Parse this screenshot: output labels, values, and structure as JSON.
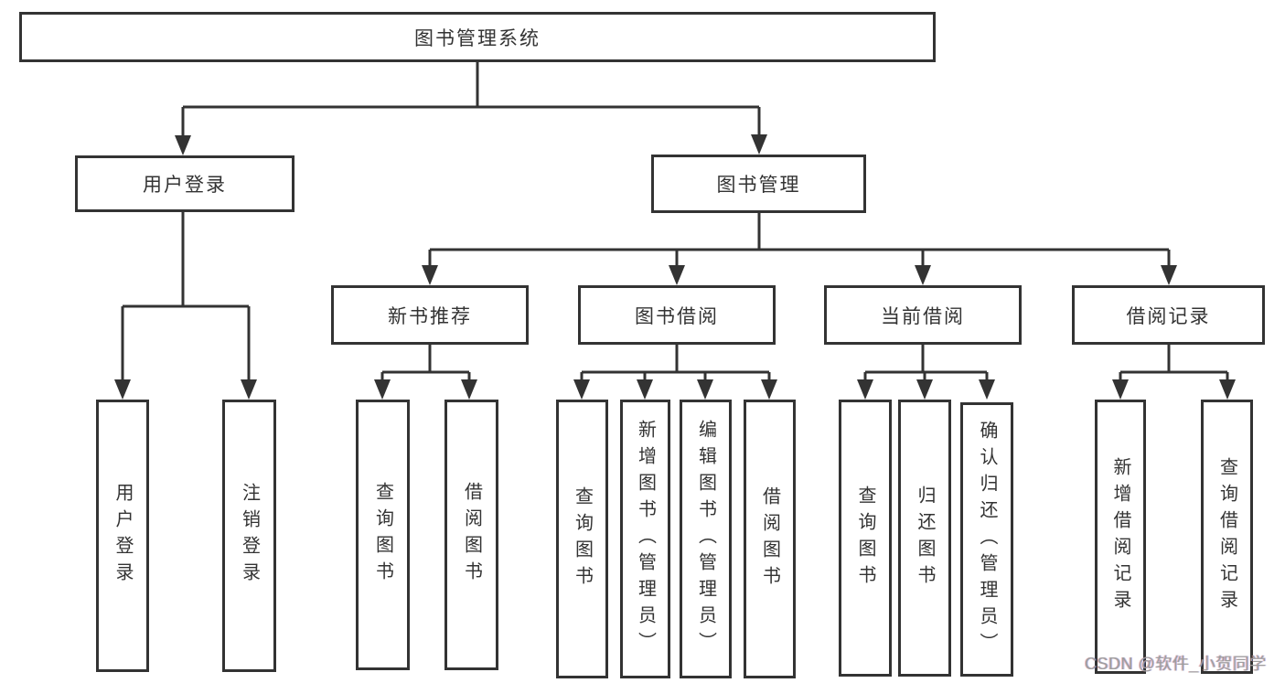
{
  "diagram": {
    "root": "图书管理系统",
    "user_login": {
      "label": "用户登录",
      "children": [
        "用户登录",
        "注销登录"
      ]
    },
    "book_mgmt": {
      "label": "图书管理",
      "sections": [
        {
          "label": "新书推荐",
          "children": [
            "查询图书",
            "借阅图书"
          ]
        },
        {
          "label": "图书借阅",
          "children": [
            "查询图书",
            "新增图书（管理员）",
            "编辑图书（管理员）",
            "借阅图书"
          ]
        },
        {
          "label": "当前借阅",
          "children": [
            "查询图书",
            "归还图书",
            "确认归还（管理员）"
          ]
        },
        {
          "label": "借阅记录",
          "children": [
            "新增借阅记录",
            "查询借阅记录"
          ]
        }
      ]
    }
  },
  "watermark": "CSDN @软件_小贺同学",
  "colors": {
    "line": "#333333",
    "box_border": "#333333",
    "box_fill": "#ffffff",
    "text": "#333333",
    "watermark": "#9e9e9e"
  }
}
